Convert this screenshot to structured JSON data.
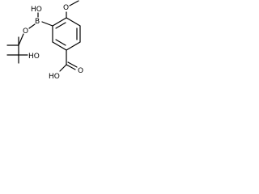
{
  "molecule": {
    "labels": {
      "methoxy_oxygen": "O",
      "boron": "B",
      "boron_hydroxyl": "HO",
      "ester_oxygen": "O",
      "pinacol_hydroxyl": "HO",
      "carboxylic_acid_hydroxyl": "HO",
      "carbonyl_oxygen": "O"
    }
  }
}
